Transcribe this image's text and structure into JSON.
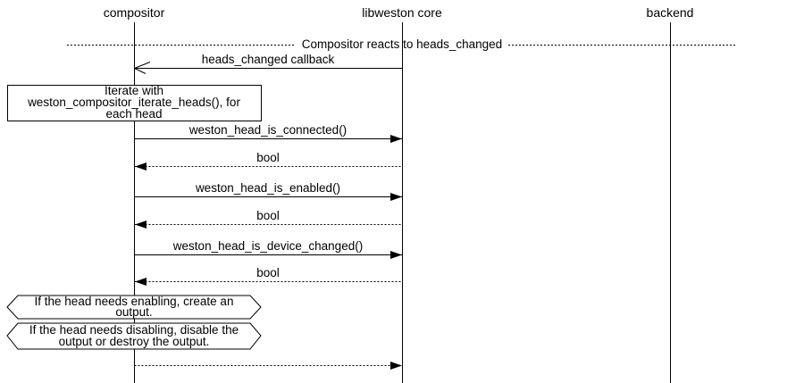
{
  "diagram": {
    "kind": "uml-sequence-diagram",
    "title": "Compositor reacts to heads_changed",
    "colors": {
      "line": "#000000",
      "background": "#ffffff",
      "text": "#000000"
    },
    "participants": [
      {
        "label": "compositor"
      },
      {
        "label": "libweston core"
      },
      {
        "label": "backend"
      }
    ],
    "messages": [
      {
        "label": "heads_changed callback",
        "from": "libweston core",
        "to": "compositor",
        "line": "solid",
        "head": "open"
      },
      {
        "label": "weston_head_is_connected()",
        "from": "compositor",
        "to": "libweston core",
        "line": "solid",
        "head": "filled"
      },
      {
        "label": "bool",
        "from": "libweston core",
        "to": "compositor",
        "line": "dotted",
        "head": "filled"
      },
      {
        "label": "weston_head_is_enabled()",
        "from": "compositor",
        "to": "libweston core",
        "line": "solid",
        "head": "filled"
      },
      {
        "label": "bool",
        "from": "libweston core",
        "to": "compositor",
        "line": "dotted",
        "head": "filled"
      },
      {
        "label": "weston_head_is_device_changed()",
        "from": "compositor",
        "to": "libweston core",
        "line": "solid",
        "head": "filled"
      },
      {
        "label": "bool",
        "from": "libweston core",
        "to": "compositor",
        "line": "dotted",
        "head": "filled"
      },
      {
        "label": "",
        "from": "compositor",
        "to": "libweston core",
        "line": "dotted",
        "head": "filled"
      }
    ],
    "notes": [
      {
        "shape": "rectangle",
        "text": "Iterate with weston_compositor_iterate_heads(), for each head",
        "lines": [
          "Iterate with",
          "weston_compositor_iterate_heads(), for",
          "each head"
        ]
      },
      {
        "shape": "hexagon",
        "text": "If the head needs enabling, create an output.",
        "lines": [
          "If the head needs enabling, create an",
          "output."
        ]
      },
      {
        "shape": "hexagon",
        "text": "If the head needs disabling, disable the output or destroy the output.",
        "lines": [
          "If the head needs disabling, disable the",
          "output or destroy the output."
        ]
      }
    ]
  }
}
